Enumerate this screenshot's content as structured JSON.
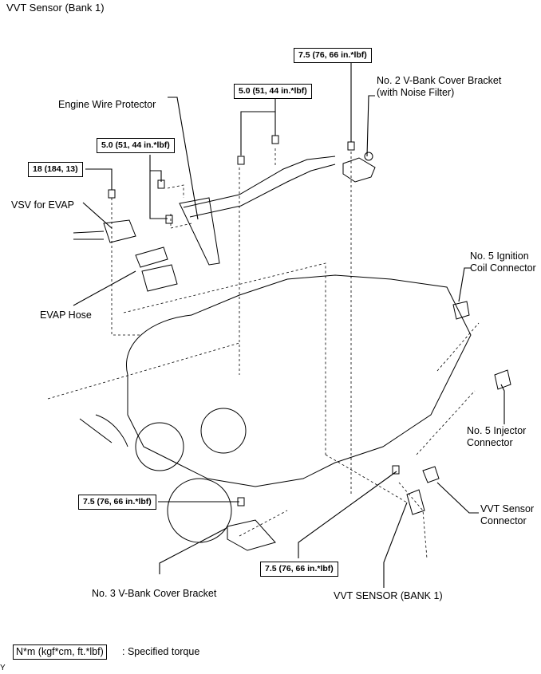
{
  "title": "VVT Sensor (Bank 1)",
  "torque_specs": {
    "no2_bracket_bolt": "7.5 (76, 66 in.*lbf)",
    "wire_protector_bolts_upper": "5.0 (51, 44 in.*lbf)",
    "wire_protector_bolts_lower": "5.0 (51, 44 in.*lbf)",
    "vsv_bolt": "18 (184, 13)",
    "no3_bracket_bolt": "7.5 (76, 66 in.*lbf)",
    "vvt_sensor_bolt": "7.5 (76, 66 in.*lbf)"
  },
  "parts": {
    "no2_bracket": [
      "No. 2 V-Bank Cover Bracket",
      "(with Noise Filter)"
    ],
    "engine_wire_protector": "Engine Wire Protector",
    "vsv_for_evap": "VSV for EVAP",
    "evap_hose": "EVAP Hose",
    "no5_ignition_coil_connector": [
      "No. 5 Ignition",
      "Coil Connector"
    ],
    "no5_injector_connector": [
      "No. 5 Injector",
      "Connector"
    ],
    "vvt_sensor_connector": [
      "VVT Sensor",
      "Connector"
    ],
    "no3_bracket": "No. 3 V-Bank Cover Bracket",
    "vvt_sensor": "VVT SENSOR (BANK 1)"
  },
  "legend": {
    "box": "N*m (kgf*cm, ft.*lbf)",
    "text": ": Specified torque"
  },
  "corner_mark": "Y"
}
